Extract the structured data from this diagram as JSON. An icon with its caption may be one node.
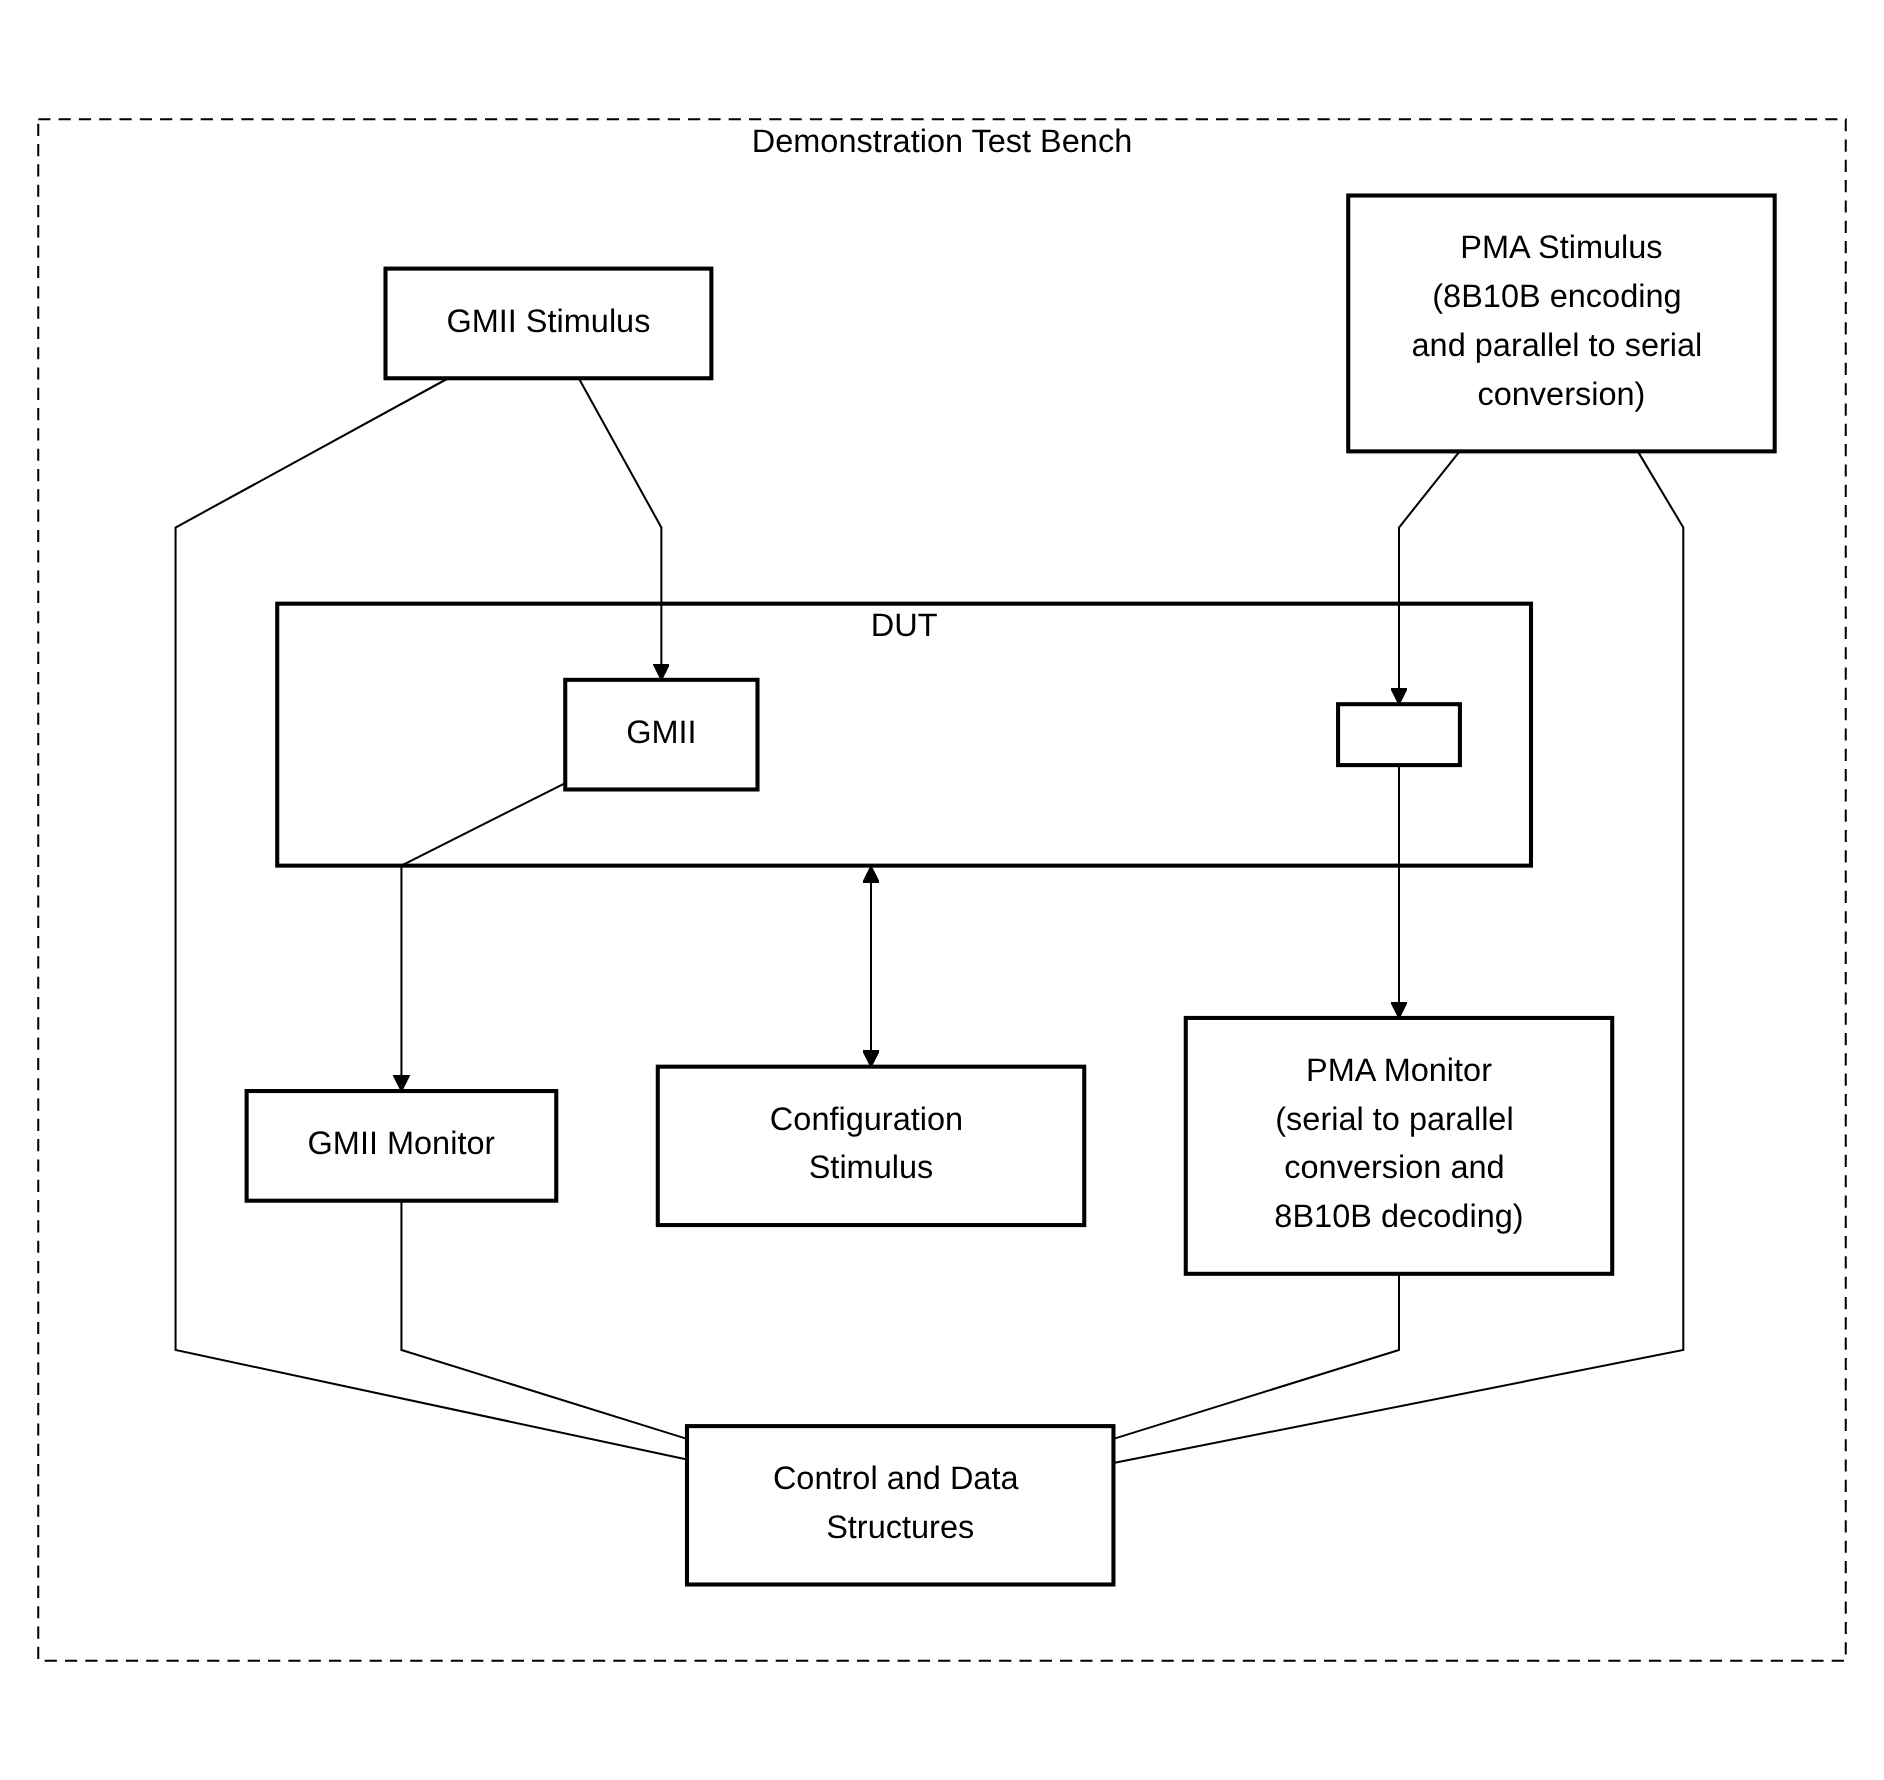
{
  "diagram": {
    "nodes": [
      {
        "text": [
          "Demonstration Test Bench"
        ]
      },
      {
        "text": [
          "DUT"
        ],
        "in": 0
      },
      {
        "text": [
          "GMII"
        ],
        "in": 1
      },
      {
        "text": [],
        "shape": "box",
        "in": 1
      },
      {
        "text": [
          "GMII Stimulus"
        ],
        "in": 0
      },
      {
        "text": [
          "GMII Monitor"
        ],
        "in": 0
      },
      {
        "text": [
          "PMA Monitor",
          "(serial to parallel conversion and 8B10B decoding)"
        ],
        "in": 0
      },
      {
        "text": [
          "PMA Stimulus",
          "(8B10B encoding and parallel to serial conversion)"
        ],
        "in": 0
      },
      {
        "text": [
          "Configuration Stimulus"
        ],
        "in": 0
      },
      {
        "text": [
          "Control and Data Structures"
        ],
        "in": 0
      }
    ],
    "edges": [
      {
        "from": 4,
        "to": 2,
        "arrow": "to"
      },
      {
        "from": 2,
        "to": 5,
        "arrow": "to"
      },
      {
        "from": 3,
        "to": 6,
        "arrow": "to"
      },
      {
        "from": 7,
        "to": 3,
        "arrow": "to"
      },
      {
        "from": 1,
        "to": 8,
        "arrow": "both"
      },
      {
        "from": 4,
        "to": 9,
        "arrow": "none"
      },
      {
        "from": 5,
        "to": 9,
        "arrow": "none"
      },
      {
        "from": 6,
        "to": 9,
        "arrow": "none"
      },
      {
        "from": 7,
        "to": 9,
        "arrow": "none"
      }
    ]
  }
}
